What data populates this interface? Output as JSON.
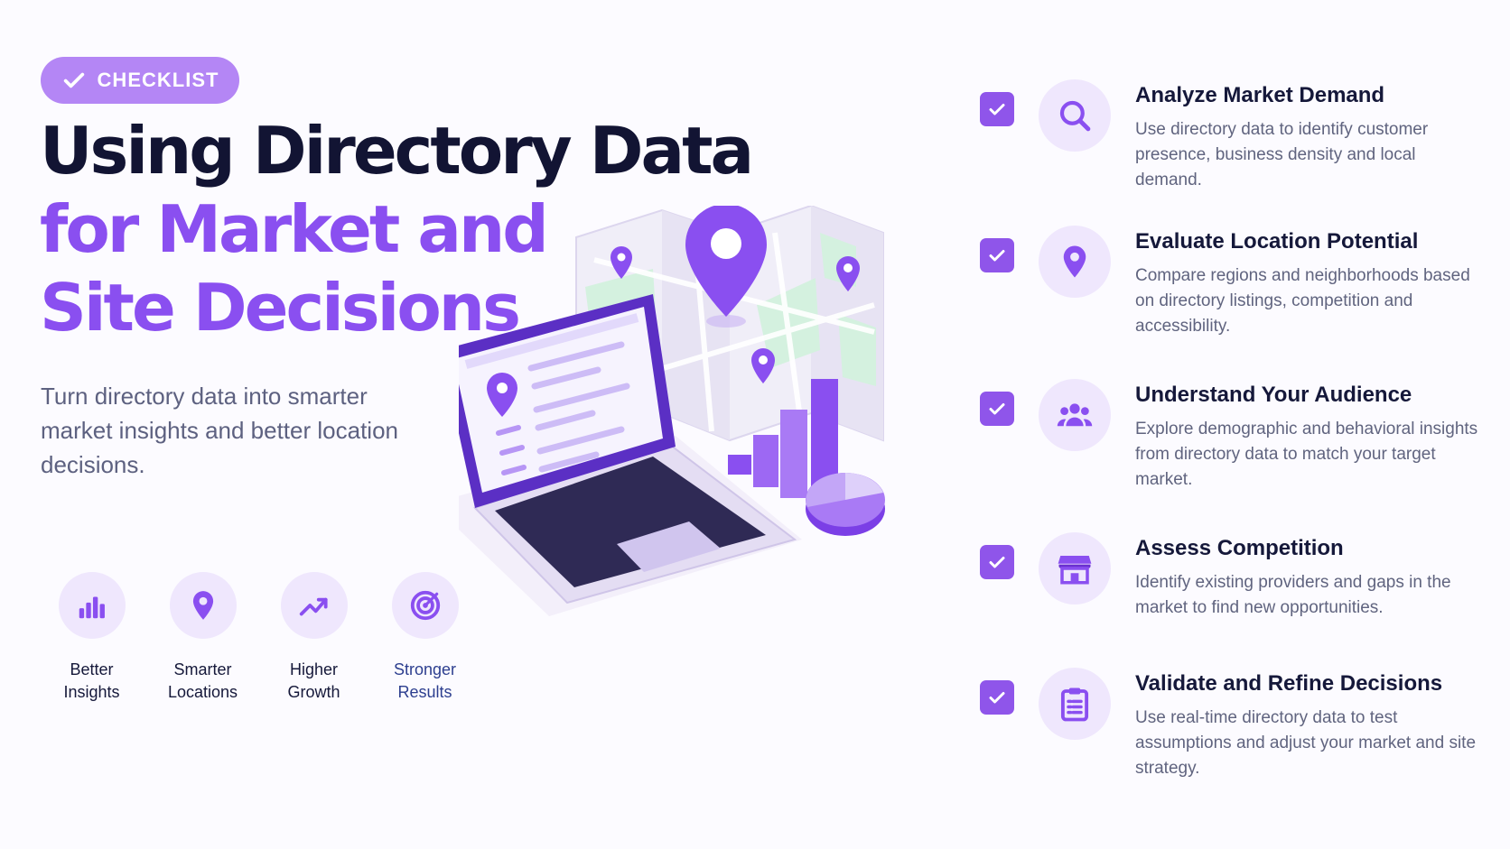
{
  "badge": {
    "label": "CHECKLIST",
    "icon": "check-icon"
  },
  "title": {
    "line1": "Using Directory Data",
    "line2": "for Market and",
    "line3": "Site Decisions"
  },
  "subtitle": "Turn directory data into smarter market insights and better location decisions.",
  "benefits": [
    {
      "label": "Better\nInsights",
      "icon": "bar-chart-icon"
    },
    {
      "label": "Smarter\nLocations",
      "icon": "map-pin-icon"
    },
    {
      "label": "Higher\nGrowth",
      "icon": "trend-up-icon"
    },
    {
      "label": "Stronger\nResults",
      "icon": "target-icon"
    }
  ],
  "checklist": [
    {
      "heading": "Analyze Market Demand",
      "desc": "Use directory data to identify customer presence, business density and local demand.",
      "icon": "search-icon"
    },
    {
      "heading": "Evaluate Location Potential",
      "desc": "Compare regions and neighborhoods based on directory listings, competition and accessibility.",
      "icon": "map-pin-icon"
    },
    {
      "heading": "Understand Your Audience",
      "desc": "Explore demographic and behavioral insights from directory data to match your target market.",
      "icon": "users-icon"
    },
    {
      "heading": "Assess Competition",
      "desc": "Identify existing providers and gaps in the market to find new opportunities.",
      "icon": "storefront-icon"
    },
    {
      "heading": "Validate and Refine Decisions",
      "desc": "Use real-time directory data to test assumptions and adjust your market and site strategy.",
      "icon": "clipboard-icon"
    }
  ],
  "colors": {
    "accent": "#8a4ff0",
    "dark_text": "#121433",
    "body_text": "#5d6180",
    "badge_bg": "#b486f5",
    "icon_circle": "#efe7fd"
  }
}
